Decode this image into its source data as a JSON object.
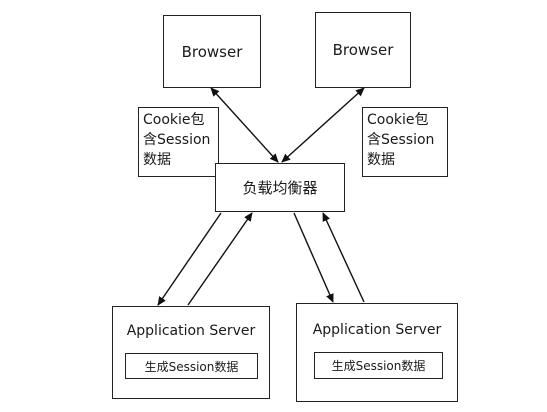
{
  "nodes": {
    "browser_left": "Browser",
    "browser_right": "Browser",
    "load_balancer": "负载均衡器",
    "app_left": "Application Server",
    "app_right": "Application Server",
    "app_left_inner": "生成Session数据",
    "app_right_inner": "生成Session数据"
  },
  "notes": {
    "left": [
      "Cookie包",
      "含Session",
      "数据"
    ],
    "right": [
      "Cookie包",
      "含Session",
      "数据"
    ]
  }
}
